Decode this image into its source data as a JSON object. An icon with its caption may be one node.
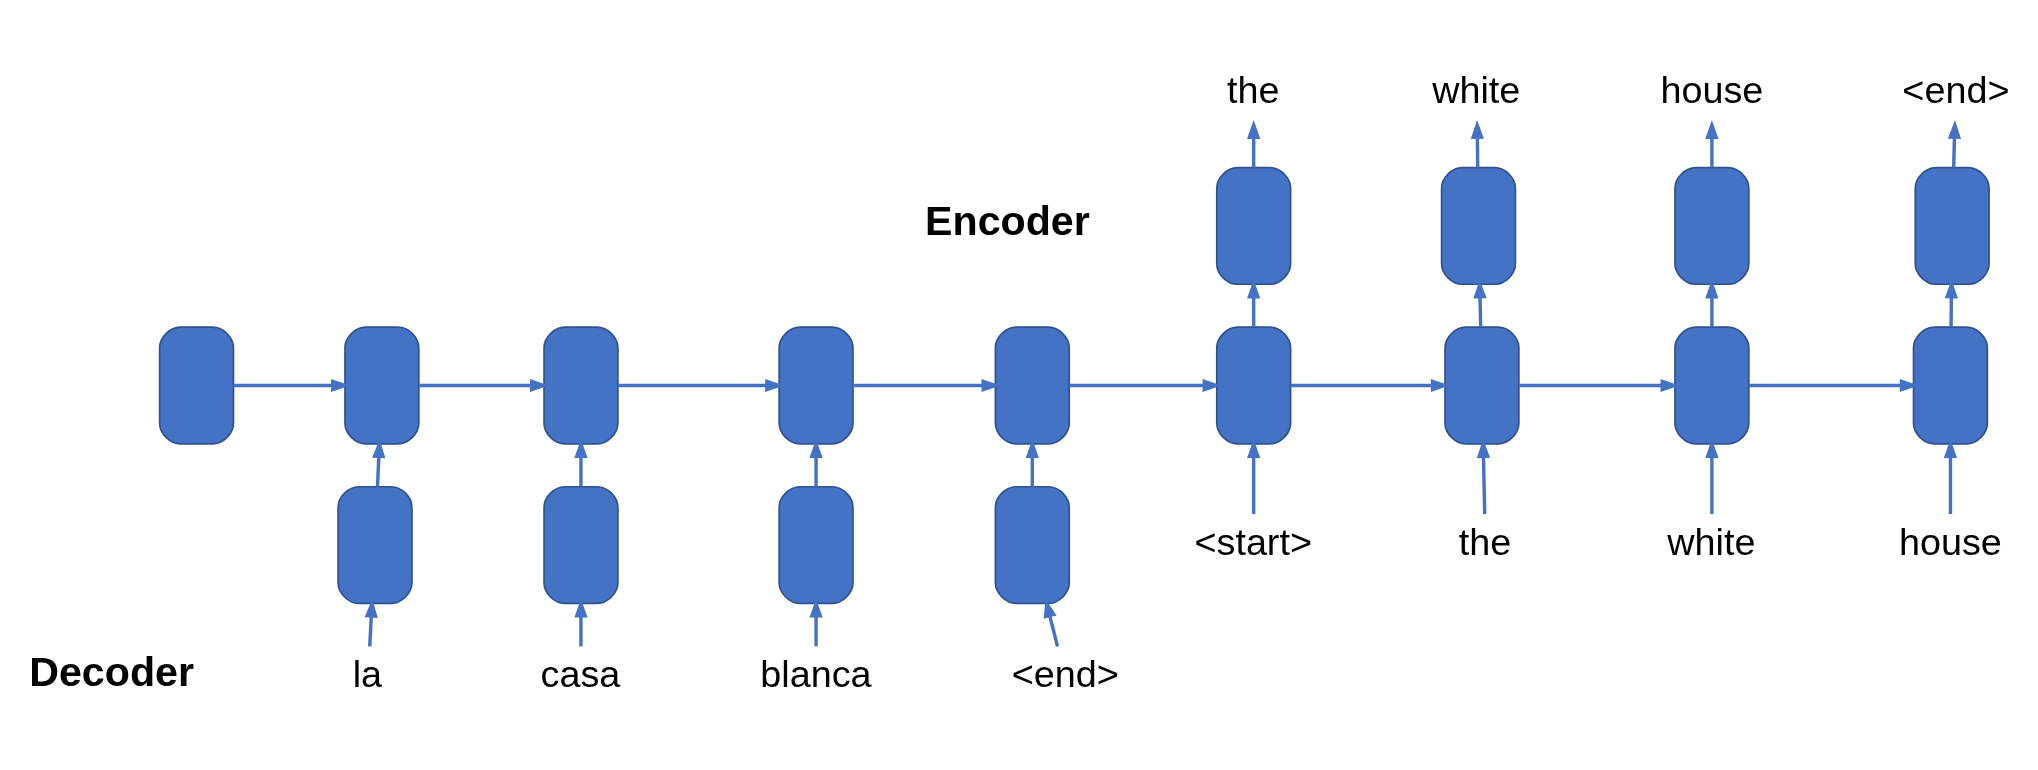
{
  "diagram": {
    "nodes": [
      {
        "text": [
          "the"
        ]
      },
      {
        "text": [
          "white"
        ]
      },
      {
        "text": [
          "house"
        ]
      },
      {
        "text": [
          "<end>"
        ]
      },
      {
        "text": [],
        "shape": "box"
      },
      {
        "text": [],
        "shape": "box"
      },
      {
        "text": [],
        "shape": "box"
      },
      {
        "text": [],
        "shape": "box"
      },
      {
        "text": [],
        "shape": "box"
      },
      {
        "text": [],
        "shape": "box"
      },
      {
        "text": [],
        "shape": "box"
      },
      {
        "text": [],
        "shape": "box"
      },
      {
        "text": [],
        "shape": "box"
      },
      {
        "text": [],
        "shape": "box"
      },
      {
        "text": [],
        "shape": "box"
      },
      {
        "text": [],
        "shape": "box"
      },
      {
        "text": [],
        "shape": "box"
      },
      {
        "text": [
          "<start>"
        ]
      },
      {
        "text": [
          "the"
        ]
      },
      {
        "text": [
          "white"
        ]
      },
      {
        "text": [
          "house"
        ]
      },
      {
        "text": [],
        "shape": "box"
      },
      {
        "text": [],
        "shape": "box"
      },
      {
        "text": [],
        "shape": "box"
      },
      {
        "text": [],
        "shape": "box"
      },
      {
        "text": [
          "la"
        ]
      },
      {
        "text": [
          "casa"
        ]
      },
      {
        "text": [
          "blanca"
        ]
      },
      {
        "text": [
          "<end>"
        ]
      }
    ],
    "edges": [
      {
        "from": 8,
        "to": 9,
        "arrow": "to"
      },
      {
        "from": 9,
        "to": 10,
        "arrow": "to"
      },
      {
        "from": 10,
        "to": 11,
        "arrow": "to"
      },
      {
        "from": 11,
        "to": 12,
        "arrow": "to"
      },
      {
        "from": 12,
        "to": 13,
        "arrow": "to"
      },
      {
        "from": 13,
        "to": 14,
        "arrow": "to"
      },
      {
        "from": 14,
        "to": 15,
        "arrow": "to"
      },
      {
        "from": 15,
        "to": 16,
        "arrow": "to"
      },
      {
        "from": 25,
        "to": 21,
        "arrow": "to"
      },
      {
        "from": 26,
        "to": 22,
        "arrow": "to"
      },
      {
        "from": 27,
        "to": 23,
        "arrow": "to"
      },
      {
        "from": 28,
        "to": 24,
        "arrow": "to"
      },
      {
        "from": 21,
        "to": 9,
        "arrow": "to"
      },
      {
        "from": 22,
        "to": 10,
        "arrow": "to"
      },
      {
        "from": 23,
        "to": 11,
        "arrow": "to"
      },
      {
        "from": 24,
        "to": 12,
        "arrow": "to"
      },
      {
        "from": 17,
        "to": 13,
        "arrow": "to"
      },
      {
        "from": 18,
        "to": 14,
        "arrow": "to"
      },
      {
        "from": 19,
        "to": 15,
        "arrow": "to"
      },
      {
        "from": 20,
        "to": 16,
        "arrow": "to"
      },
      {
        "from": 13,
        "to": 4,
        "arrow": "to"
      },
      {
        "from": 14,
        "to": 5,
        "arrow": "to"
      },
      {
        "from": 15,
        "to": 6,
        "arrow": "to"
      },
      {
        "from": 16,
        "to": 7,
        "arrow": "to"
      },
      {
        "from": 4,
        "to": 0,
        "arrow": "to"
      },
      {
        "from": 5,
        "to": 1,
        "arrow": "to"
      },
      {
        "from": 6,
        "to": 2,
        "arrow": "to"
      },
      {
        "from": 7,
        "to": 3,
        "arrow": "to"
      }
    ],
    "labels": [
      "Encoder",
      "Decoder"
    ]
  }
}
